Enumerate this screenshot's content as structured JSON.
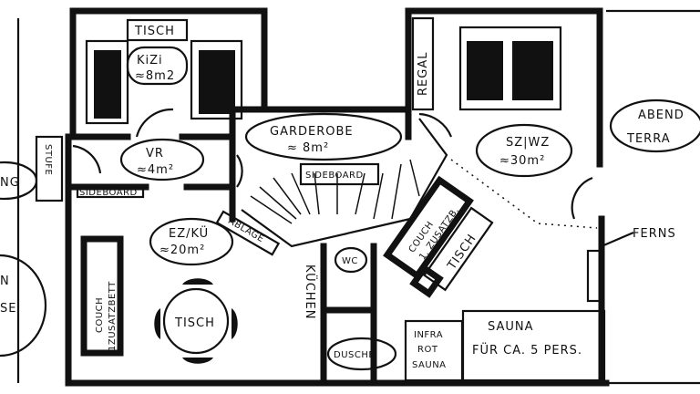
{
  "plan": {
    "rooms": {
      "kizi": {
        "name": "KiZi",
        "area": "≈8m2"
      },
      "vr": {
        "name": "VR",
        "area": "≈4m²"
      },
      "garderobe": {
        "name": "GARDEROBE",
        "area": "≈ 8m²"
      },
      "szwz": {
        "name": "SZ|WZ",
        "area": "≈30m²"
      },
      "ezku": {
        "name": "EZ/KÜ",
        "area": "≈20m²"
      },
      "terrasse_left": {
        "line1": "NG",
        "line2": "N",
        "line3": "SE"
      },
      "terrasse_right": {
        "line1": "ABEND",
        "line2": "TERRA"
      },
      "kuechen": "KÜCHEN",
      "wc": "WC",
      "dusche": "DUSCHE",
      "infrarot": {
        "line1": "INFRA",
        "line2": "ROT",
        "line3": "SAUNA"
      },
      "sauna": {
        "line1": "SAUNA",
        "line2": "FÜR CA. 5 PERS."
      }
    },
    "furniture": {
      "tisch_kizi": "TISCH",
      "regal": "REGAL",
      "sideboard_garderobe": "SIDEBOARD",
      "sideboard_vr": "SIDEBOARD",
      "stufe": "STUFE",
      "ablage": "ABLAGE",
      "couch_ez": {
        "line1": "COUCH",
        "line2": "1ZUSATZBETT"
      },
      "tisch_ez": "TISCH",
      "couch_sz": {
        "line1": "COUCH",
        "line2": "1. ZUSATZB."
      },
      "tisch_sz": "TISCH",
      "fernseher": "FERNS"
    }
  }
}
